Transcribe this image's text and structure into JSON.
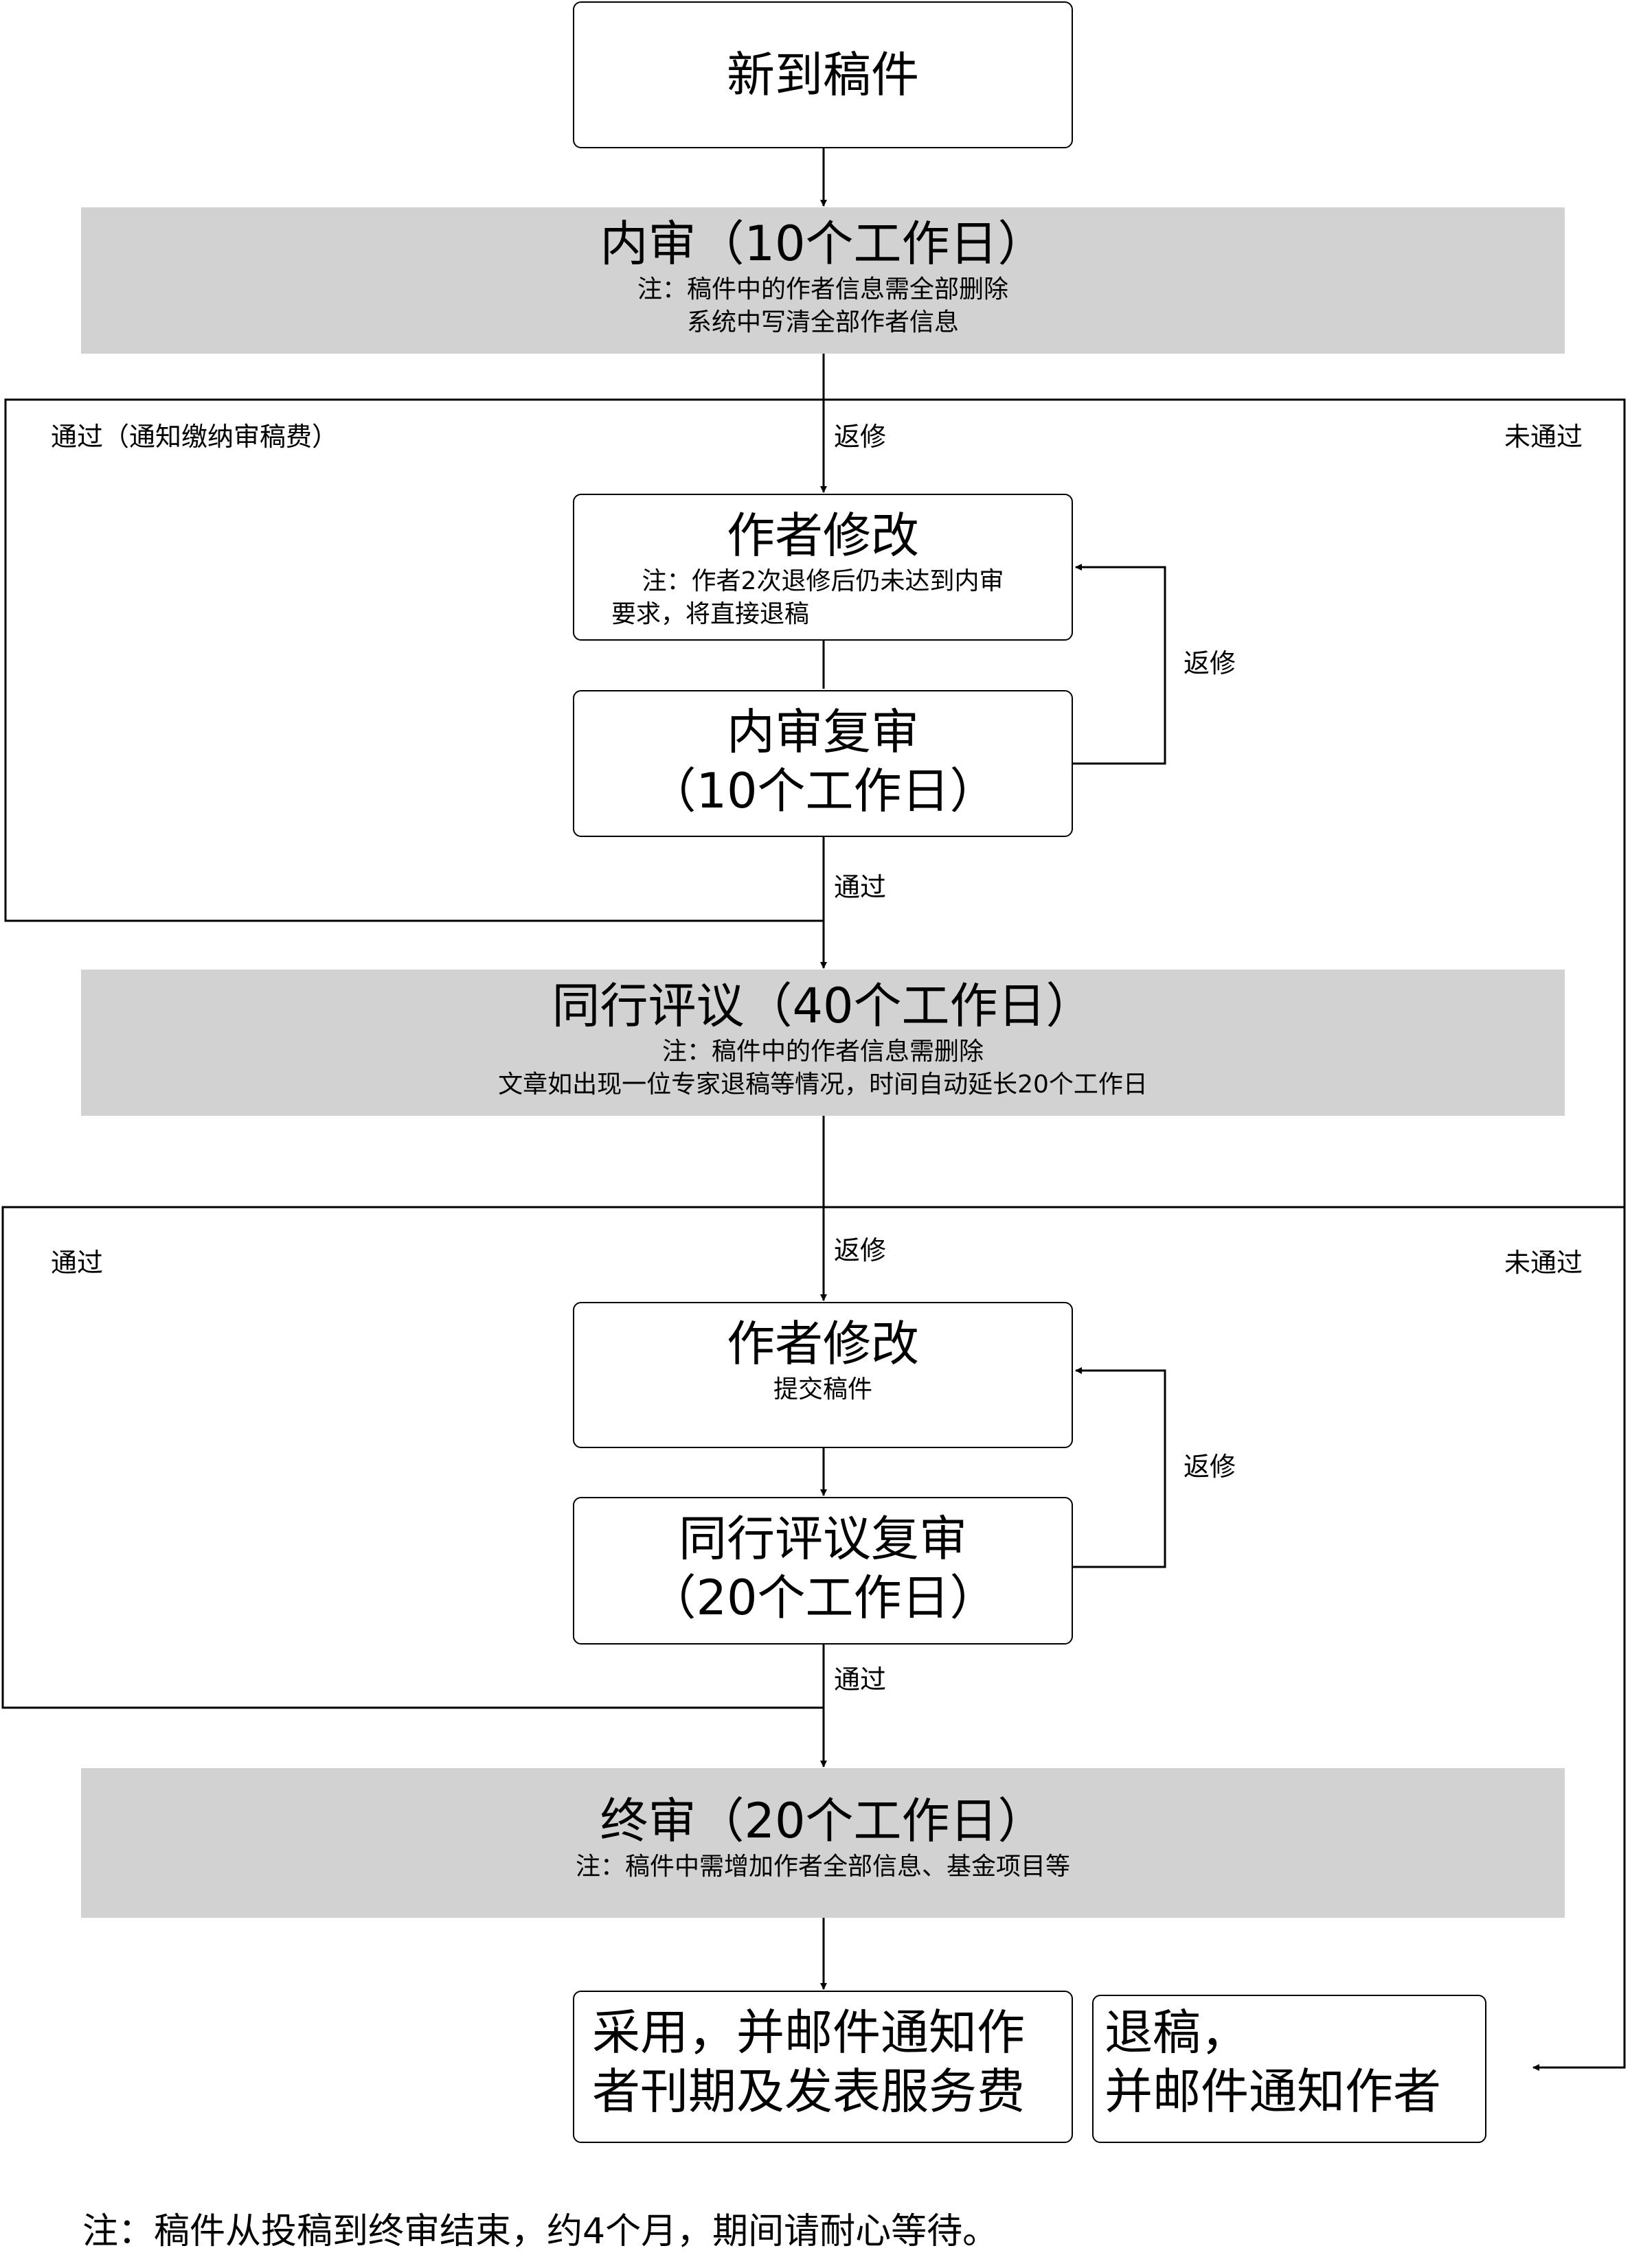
{
  "nodes": {
    "new_submission": {
      "title": "新到稿件"
    },
    "internal_review": {
      "title": "内审（10个工作日）",
      "note_line1": "注：稿件中的作者信息需全部删除",
      "note_line2": "系统中写清全部作者信息"
    },
    "author_revision_1": {
      "title": "作者修改",
      "note_line1": "注：作者2次退修后仍未达到内审",
      "note_line2": "要求，将直接退稿"
    },
    "internal_recheck": {
      "title_line1": "内审复审",
      "title_line2": "（10个工作日）"
    },
    "peer_review": {
      "title": "同行评议（40个工作日）",
      "note_line1": "注：稿件中的作者信息需删除",
      "note_line2": "文章如出现一位专家退稿等情况，时间自动延长20个工作日"
    },
    "author_revision_2": {
      "title": "作者修改",
      "note": "提交稿件"
    },
    "peer_recheck": {
      "title_line1": "同行评议复审",
      "title_line2": "（20个工作日）"
    },
    "final_review": {
      "title": "终审（20个工作日）",
      "note": "注：稿件中需增加作者全部信息、基金项目等"
    },
    "accepted": {
      "line1": "采用，并邮件通知作",
      "line2": "者刊期及发表服务费"
    },
    "rejected": {
      "line1": "退稿，",
      "line2": "并邮件通知作者"
    }
  },
  "edge_labels": {
    "pass_notify_fee": "通过（通知缴纳审稿费）",
    "revise": "返修",
    "not_passed": "未通过",
    "passed": "通过"
  },
  "footnote": "注：稿件从投稿到终审结束，约4个月，期间请耐心等待。",
  "colors": {
    "band_fill": "#d2d2d2",
    "stroke": "#000000"
  }
}
